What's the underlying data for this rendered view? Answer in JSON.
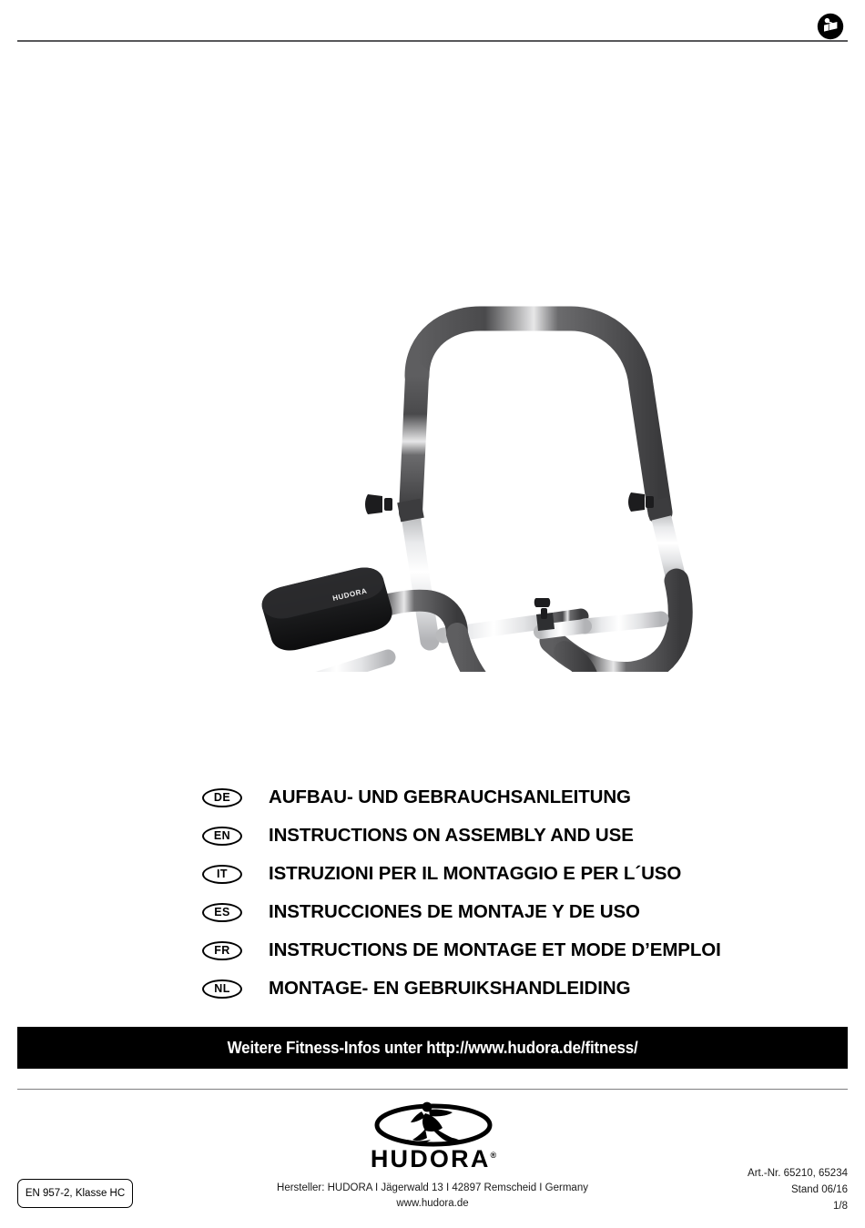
{
  "page": {
    "top_icon_name": "read-manual-icon"
  },
  "languages": [
    {
      "code": "DE",
      "title": "AUFBAU- UND GEBRAUCHSANLEITUNG"
    },
    {
      "code": "EN",
      "title": "INSTRUCTIONS ON ASSEMBLY AND USE"
    },
    {
      "code": "IT",
      "title": "ISTRUZIONI PER IL MONTAGGIO E PER L´USO"
    },
    {
      "code": "ES",
      "title": "INSTRUCCIONES DE MONTAJE Y DE USO"
    },
    {
      "code": "FR",
      "title": "INSTRUCTIONS DE MONTAGE ET MODE D’EMPLOI"
    },
    {
      "code": "NL",
      "title": "MONTAGE- EN GEBRUIKSHANDLEIDING"
    }
  ],
  "promo": {
    "text": "Weitere Fitness-Infos unter http://www.hudora.de/fitness/",
    "background": "#000000",
    "color": "#ffffff"
  },
  "brand": {
    "wordmark": "HUDORA",
    "registered": "®",
    "pad_label": "HUDORA"
  },
  "manufacturer": {
    "line1": "Hersteller: HUDORA I Jägerwald 13 I 42897 Remscheid I Germany",
    "line2": "www.hudora.de"
  },
  "doc_meta": {
    "article_number": "Art.-Nr. 65210, 65234",
    "revision": "Stand 06/16",
    "page_number": "1/8"
  },
  "standard_badge": {
    "label": "EN 957-2, Klasse HC"
  }
}
